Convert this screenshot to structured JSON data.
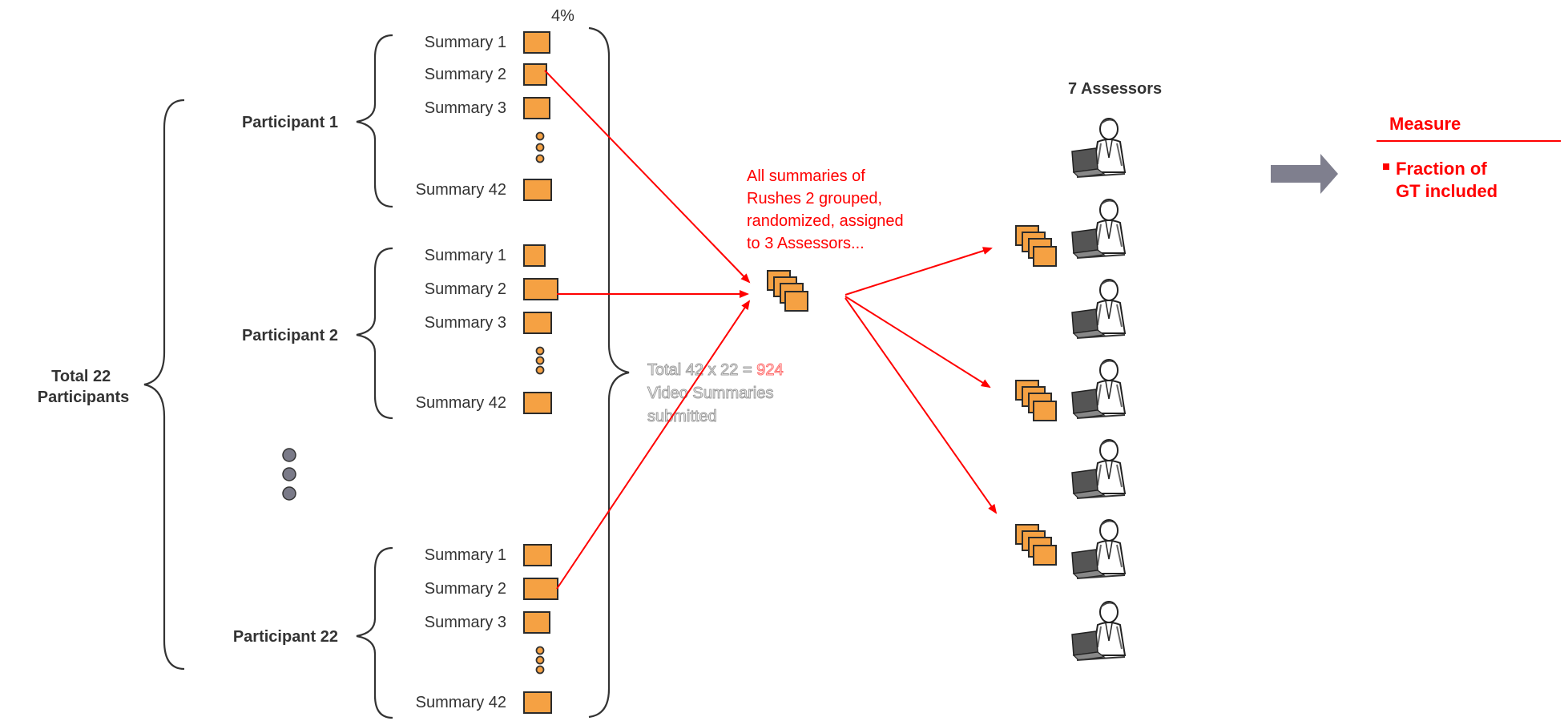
{
  "percent_label": "4%",
  "total_participants_label": "Total 22 Participants",
  "total_participants_lines": [
    "Total 22",
    "Participants"
  ],
  "participants": [
    {
      "name": "Participant 1",
      "summaries": [
        "Summary 1",
        "Summary 2",
        "Summary 3",
        "Summary 42"
      ]
    },
    {
      "name": "Participant 2",
      "summaries": [
        "Summary 1",
        "Summary 2",
        "Summary 3",
        "Summary 42"
      ]
    },
    {
      "name": "Participant 22",
      "summaries": [
        "Summary 1",
        "Summary 2",
        "Summary 3",
        "Summary 42"
      ]
    }
  ],
  "total_summaries": {
    "line1_prefix": "Total 42 x 22 = ",
    "line1_value": "924",
    "line2": "Video Summaries",
    "line3": "submitted"
  },
  "grouping_note": [
    "All summaries of",
    "Rushes 2 grouped,",
    "randomized, assigned",
    "to 3 Assessors..."
  ],
  "assessors_title": "7 Assessors",
  "assessor_count": 7,
  "measure": {
    "title": "Measure",
    "bullet_lines": [
      "Fraction of",
      "GT included"
    ]
  },
  "colors": {
    "summary_box": "#f5a143",
    "accent_red": "#ff0000",
    "arrow_gray": "#7f7f8e",
    "dot_gray": "#7a7a88"
  }
}
